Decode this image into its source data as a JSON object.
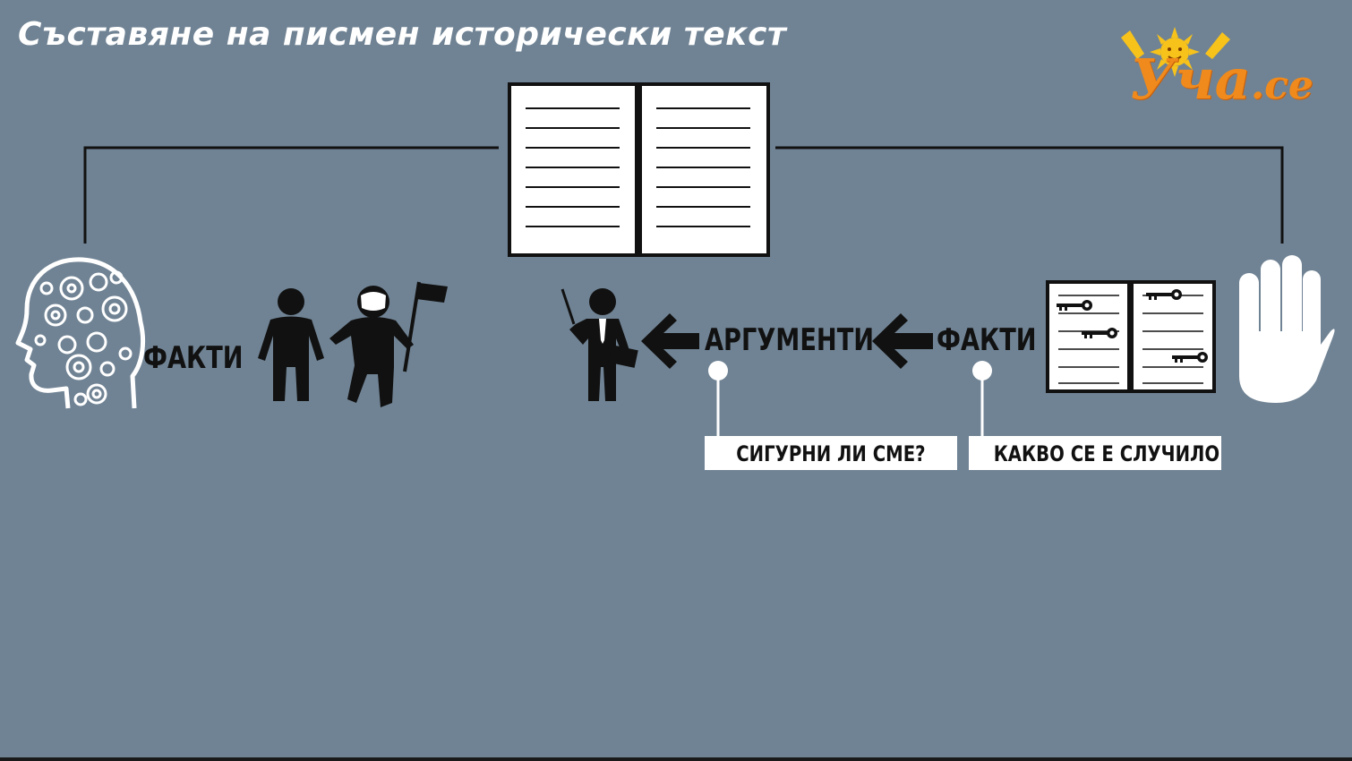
{
  "title": "Съставяне на писмен исторически текст",
  "logo": {
    "main": "Уча",
    "domain": ".се"
  },
  "diagram": {
    "left_label": "ФАКТИ",
    "arguments_label": "АРГУМЕНТИ",
    "right_facts_label": "ФАКТИ",
    "callout_arguments": "СИГУРНИ ЛИ СМЕ?",
    "callout_facts": "КАКВО СЕ Е СЛУЧИЛО"
  },
  "colors": {
    "background": "#708394",
    "icon": "#111111",
    "white": "#ffffff",
    "logo_orange": "#f08a1c",
    "sun_yellow": "#f7c21a"
  },
  "icons": [
    "open-book-icon",
    "brain-gears-icon",
    "person-icon",
    "astronaut-flag-icon",
    "teacher-pointer-icon",
    "arrow-left-icon",
    "key-book-icon",
    "hand-stop-icon",
    "sun-logo-icon"
  ]
}
